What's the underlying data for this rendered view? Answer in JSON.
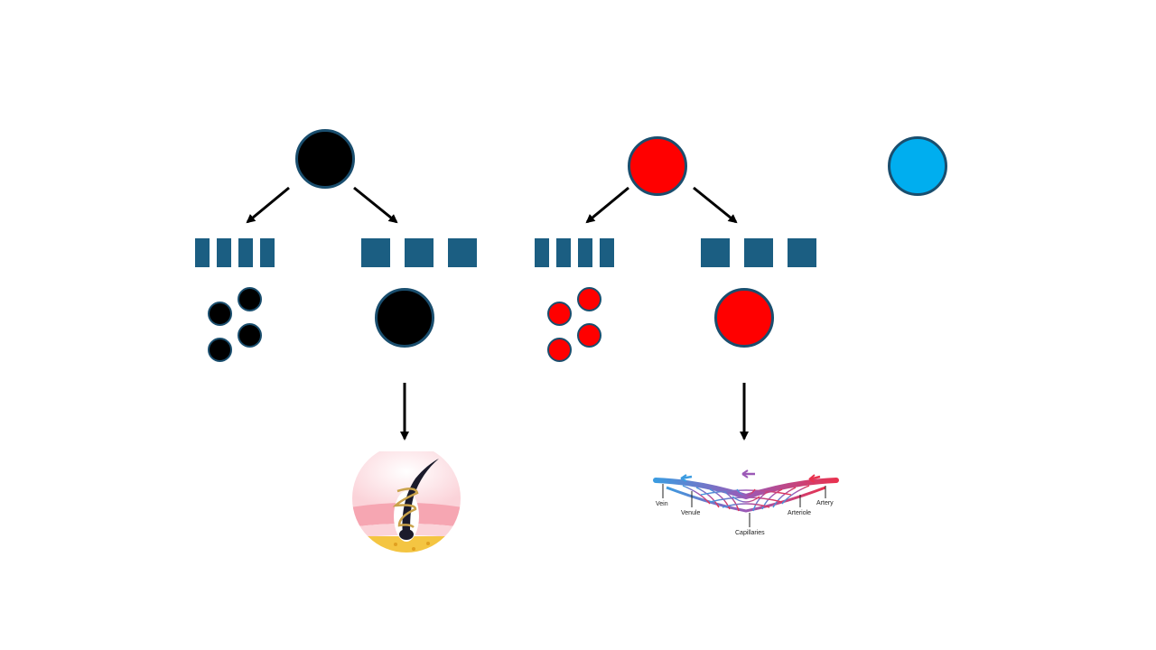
{
  "colors": {
    "black_node": "#000000",
    "red_node": "#ff0000",
    "blue_node": "#00aeef",
    "outline": "#1a4e6e",
    "bar_fill": "#1b5e82",
    "arrow": "#000000",
    "vein": "#3b9be0",
    "artery": "#e8324f",
    "capillary": "#9b59b6",
    "skin_pink": "#f6a6b2",
    "skin_light": "#fbd3d9",
    "fat_yellow": "#f4c542",
    "hair": "#1b1b2b"
  },
  "icons": {
    "hair_follicle": "hair-follicle-icon",
    "blood_vessels": "capillary-network-icon"
  },
  "vessel_labels": {
    "vein": "Vein",
    "venule": "Venule",
    "capillaries": "Capillaries",
    "arteriole": "Arteriole",
    "artery": "Artery"
  }
}
